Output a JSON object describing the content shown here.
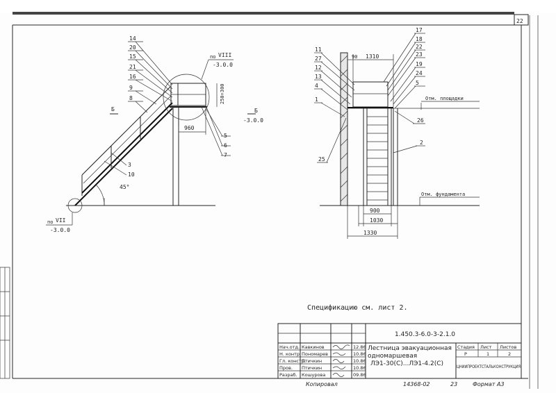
{
  "sheet_number": "22",
  "left_view": {
    "callouts": [
      "14",
      "20",
      "15",
      "21",
      "16",
      "9",
      "8"
    ],
    "right_callouts": [
      "5",
      "6",
      "7"
    ],
    "bottom_callouts": [
      "3",
      "10"
    ],
    "section_mark": "Б",
    "section_mark_right": "Б",
    "level_right": "-3.0.0",
    "node_top_prefix": "по",
    "node_top_num": "VIII",
    "node_top_level": "-3.0.0",
    "node_bottom_prefix": "по",
    "node_bottom_num": "VII",
    "node_bottom_level": "-3.0.0",
    "dim_horizontal": "960",
    "dim_vertical": "250÷300",
    "angle": "45°"
  },
  "right_view": {
    "left_callouts": [
      "11",
      "27",
      "12",
      "13",
      "4",
      "1"
    ],
    "right_callouts": [
      "17",
      "18",
      "22",
      "23",
      "19",
      "24",
      "5"
    ],
    "dim_top_left": "90",
    "dim_top": "1310",
    "level_platform": "Отм. площадки",
    "level_foundation": "Отм. фундамента",
    "callout_26": "26",
    "callout_2": "2",
    "callout_25": "25",
    "dim_900": "900",
    "dim_1030": "1030",
    "dim_1330": "1330"
  },
  "spec_note": "Спецификацию см. лист 2.",
  "title_block": {
    "doc_code": "1.450.3-6.0-3-2.1.0",
    "title_line1": "Лестница эвакуационная",
    "title_line2": "одномаршевая",
    "title_line3": "ЛЭ1-30(С)...ЛЭ1-4.2(С)",
    "col_stage": "Стадия",
    "col_sheet": "Лист",
    "col_sheets": "Листов",
    "stage": "Р",
    "sheet": "1",
    "sheets": "2",
    "org": "ЦНИИПРОЕКТСТАЛЬКОНСТРУКЦИЯ",
    "roles": [
      {
        "role": "Нач.отд.",
        "name": "Кавкинов"
      },
      {
        "role": "Н. контр.",
        "name": "Пономарев"
      },
      {
        "role": "Гл. констр.",
        "name": "Птичкин"
      },
      {
        "role": "Пров.",
        "name": "Птичкин"
      },
      {
        "role": "Разраб.",
        "name": "Кошурова"
      }
    ],
    "dates": [
      "12.86",
      "10.86",
      "10.86",
      "10.86",
      "09.86"
    ]
  },
  "footer": {
    "copied": "Копировал",
    "number": "14368-02",
    "sheet": "23",
    "format": "Формат А3"
  }
}
